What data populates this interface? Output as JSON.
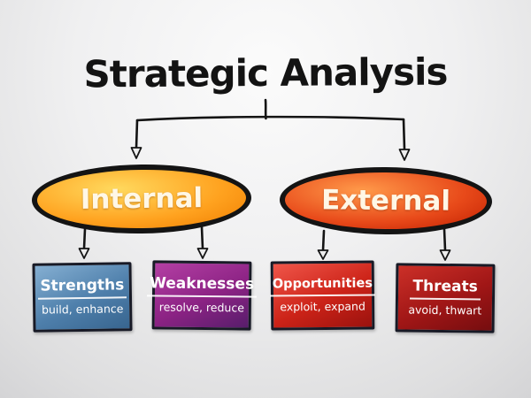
{
  "title": "Strategic Analysis",
  "branches": [
    {
      "id": "internal",
      "label": "Internal"
    },
    {
      "id": "external",
      "label": "External"
    }
  ],
  "boxes": [
    {
      "id": "strengths",
      "title": "Strengths",
      "subtitle": "build, enhance"
    },
    {
      "id": "weaknesses",
      "title": "Weaknesses",
      "subtitle": "resolve, reduce"
    },
    {
      "id": "opportunities",
      "title": "Opportunities",
      "subtitle": "exploit, expand"
    },
    {
      "id": "threats",
      "title": "Threats",
      "subtitle": "avoid, thwart"
    }
  ],
  "colors": {
    "internal": {
      "light": "#ffd95e",
      "base": "#ffa21f",
      "dark": "#ef7d00"
    },
    "external": {
      "light": "#ff9a4a",
      "base": "#e84a1a",
      "dark": "#bf1d00"
    },
    "strengths": {
      "light": "#85afd2",
      "base": "#4e7fab",
      "dark": "#38658f"
    },
    "weaknesses": {
      "light": "#b43fa4",
      "base": "#8c2384",
      "dark": "#571d6b"
    },
    "opportunities": {
      "light": "#f0564a",
      "base": "#cc2318",
      "dark": "#9a120e"
    },
    "threats": {
      "light": "#cc3028",
      "base": "#a01616",
      "dark": "#750d0f"
    },
    "outline": "#141414",
    "text_light": "#fff7e6"
  }
}
